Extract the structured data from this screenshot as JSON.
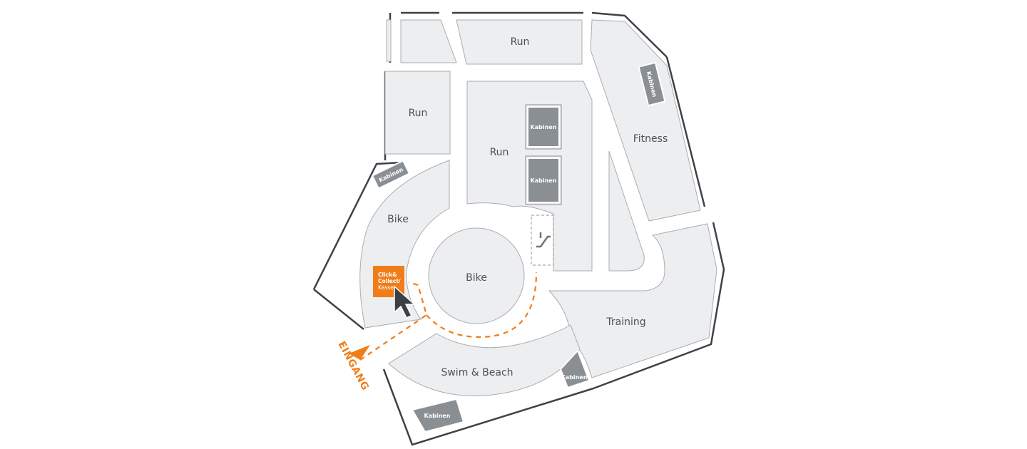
{
  "zones": {
    "run_top": "Run",
    "run_left": "Run",
    "run_center": "Run",
    "fitness": "Fitness",
    "bike_outer": "Bike",
    "bike_center": "Bike",
    "training": "Training",
    "swim_beach": "Swim & Beach"
  },
  "cabins": {
    "label": "Kabinen"
  },
  "click_collect": {
    "line1": "Click&",
    "line2": "Collect/",
    "line3": "Kasse"
  },
  "entrance": {
    "label": "EINGANG"
  },
  "colors": {
    "accent": "#f07d1a",
    "floor": "#eceef0",
    "cabin": "#8a8f94",
    "wall": "#3e4247"
  },
  "icons": {
    "escalator": "escalator-icon",
    "cursor": "cursor-pointer-icon",
    "entrance_marker": "triangle-icon"
  }
}
